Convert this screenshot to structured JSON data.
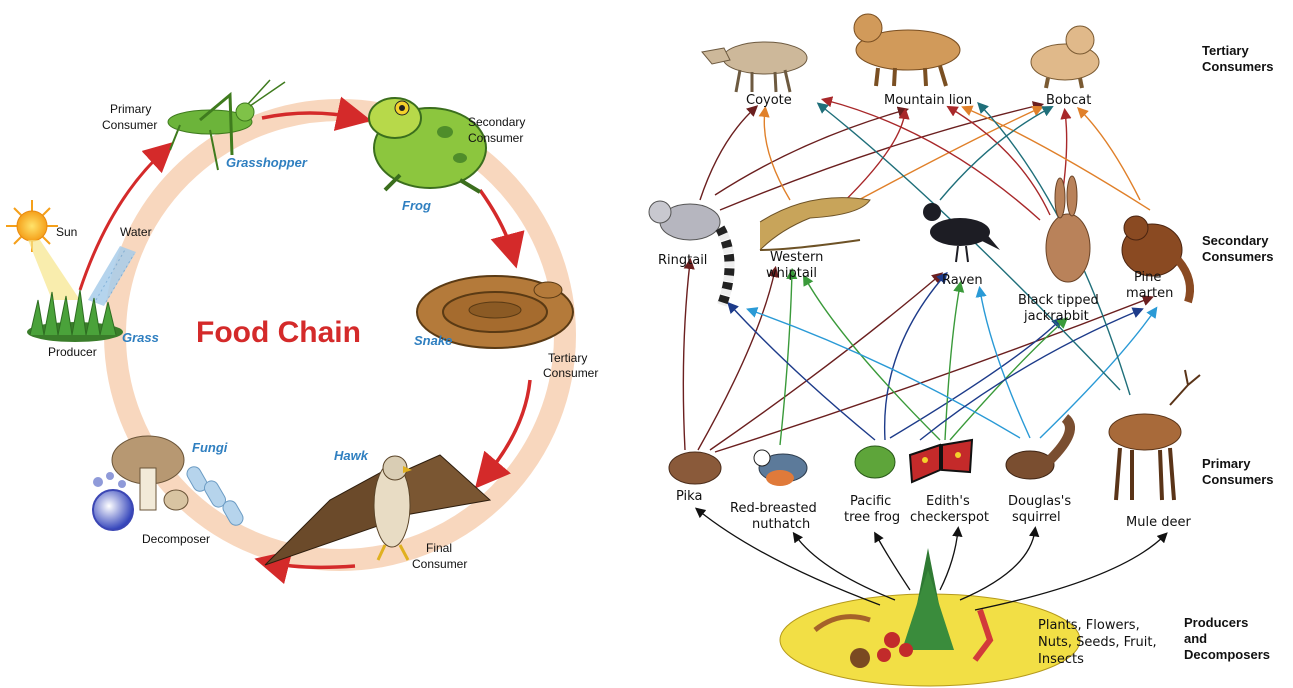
{
  "food_chain": {
    "title": "Food Chain",
    "sun": "Sun",
    "water": "Water",
    "producer_role": "Producer",
    "producer_name": "Grass",
    "primary_role_1": "Primary",
    "primary_role_2": "Consumer",
    "primary_name": "Grasshopper",
    "secondary_role_1": "Secondary",
    "secondary_role_2": "Consumer",
    "secondary_name": "Frog",
    "tertiary_role_1": "Tertiary",
    "tertiary_role_2": "Consumer",
    "tertiary_name": "Snake",
    "final_role_1": "Final",
    "final_role_2": "Consumer",
    "final_name": "Hawk",
    "decomposer_role": "Decomposer",
    "decomposer_name": "Fungi"
  },
  "food_web": {
    "tiers": {
      "tertiary_1": "Tertiary",
      "tertiary_2": "Consumers",
      "secondary_1": "Secondary",
      "secondary_2": "Consumers",
      "primary_1": "Primary",
      "primary_2": "Consumers",
      "producers_1": "Producers",
      "producers_2": "and",
      "producers_3": "Decomposers"
    },
    "tertiary": {
      "coyote": "Coyote",
      "mountain_lion": "Mountain lion",
      "bobcat": "Bobcat"
    },
    "secondary": {
      "ringtail": "Ringtail",
      "whiptail_1": "Western",
      "whiptail_2": "whiptail",
      "raven": "Raven",
      "jackrabbit_1": "Black tipped",
      "jackrabbit_2": "jackrabbit",
      "marten_1": "Pine",
      "marten_2": "marten"
    },
    "primary": {
      "pika": "Pika",
      "nuthatch_1": "Red-breasted",
      "nuthatch_2": "nuthatch",
      "frog_1": "Pacific",
      "frog_2": "tree frog",
      "checkerspot_1": "Edith's",
      "checkerspot_2": "checkerspot",
      "squirrel_1": "Douglas's",
      "squirrel_2": "squirrel",
      "deer": "Mule deer"
    },
    "producers_text": {
      "line1": "Plants, Flowers,",
      "line2": "Nuts, Seeds, Fruit,",
      "line3": "Insects"
    }
  },
  "colors": {
    "chain_arrow": "#d42a2a",
    "ring": "#f6c9a8",
    "title_red": "#d42a2a",
    "name_blue": "#2f7fc0"
  }
}
